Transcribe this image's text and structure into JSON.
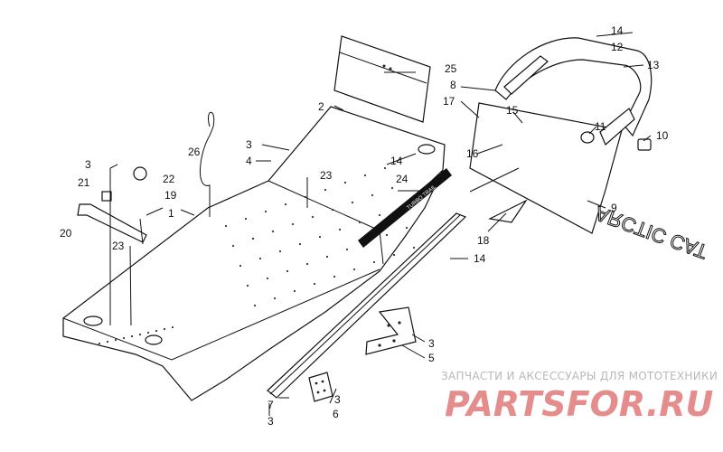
{
  "callouts": [
    {
      "id": "c1",
      "label": "1"
    },
    {
      "id": "c2",
      "label": "2"
    },
    {
      "id": "c3a",
      "label": "3"
    },
    {
      "id": "c3b",
      "label": "3"
    },
    {
      "id": "c3c",
      "label": "3"
    },
    {
      "id": "c3d",
      "label": "3"
    },
    {
      "id": "c3e",
      "label": "3"
    },
    {
      "id": "c4",
      "label": "4"
    },
    {
      "id": "c5",
      "label": "5"
    },
    {
      "id": "c6",
      "label": "6"
    },
    {
      "id": "c7",
      "label": "7"
    },
    {
      "id": "c8",
      "label": "8"
    },
    {
      "id": "c9",
      "label": "9"
    },
    {
      "id": "c10",
      "label": "10"
    },
    {
      "id": "c11",
      "label": "11"
    },
    {
      "id": "c12",
      "label": "12"
    },
    {
      "id": "c13",
      "label": "13"
    },
    {
      "id": "c14a",
      "label": "14"
    },
    {
      "id": "c14b",
      "label": "14"
    },
    {
      "id": "c14c",
      "label": "14"
    },
    {
      "id": "c15",
      "label": "15"
    },
    {
      "id": "c16",
      "label": "16"
    },
    {
      "id": "c17",
      "label": "17"
    },
    {
      "id": "c18",
      "label": "18"
    },
    {
      "id": "c19",
      "label": "19"
    },
    {
      "id": "c20",
      "label": "20"
    },
    {
      "id": "c21",
      "label": "21"
    },
    {
      "id": "c22",
      "label": "22"
    },
    {
      "id": "c23a",
      "label": "23"
    },
    {
      "id": "c23b",
      "label": "23"
    },
    {
      "id": "c24",
      "label": "24"
    },
    {
      "id": "c25",
      "label": "25"
    },
    {
      "id": "c26",
      "label": "26"
    }
  ],
  "flap_text": "ARCTIC CAT",
  "decal_text": "TURBO TRAIL",
  "watermark": {
    "subtitle": "ЗАПЧАСТИ И АКСЕССУАРЫ ДЛЯ МОТОТЕХНИКИ",
    "logo": "PARTSFOR.RU",
    "logo_color": "#e58d8d"
  }
}
